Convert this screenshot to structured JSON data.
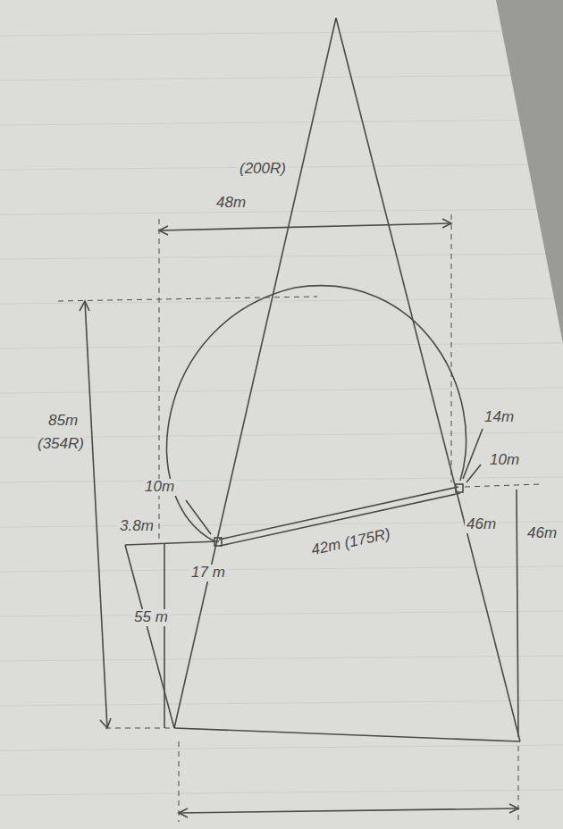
{
  "diagram": {
    "labels": [
      "(200R)",
      "48m",
      "85m",
      "(354R)",
      "10m",
      "3.8m",
      "17 m",
      "55 m",
      "42m (175R)",
      "14m",
      "10m",
      "46m",
      "46m"
    ]
  }
}
